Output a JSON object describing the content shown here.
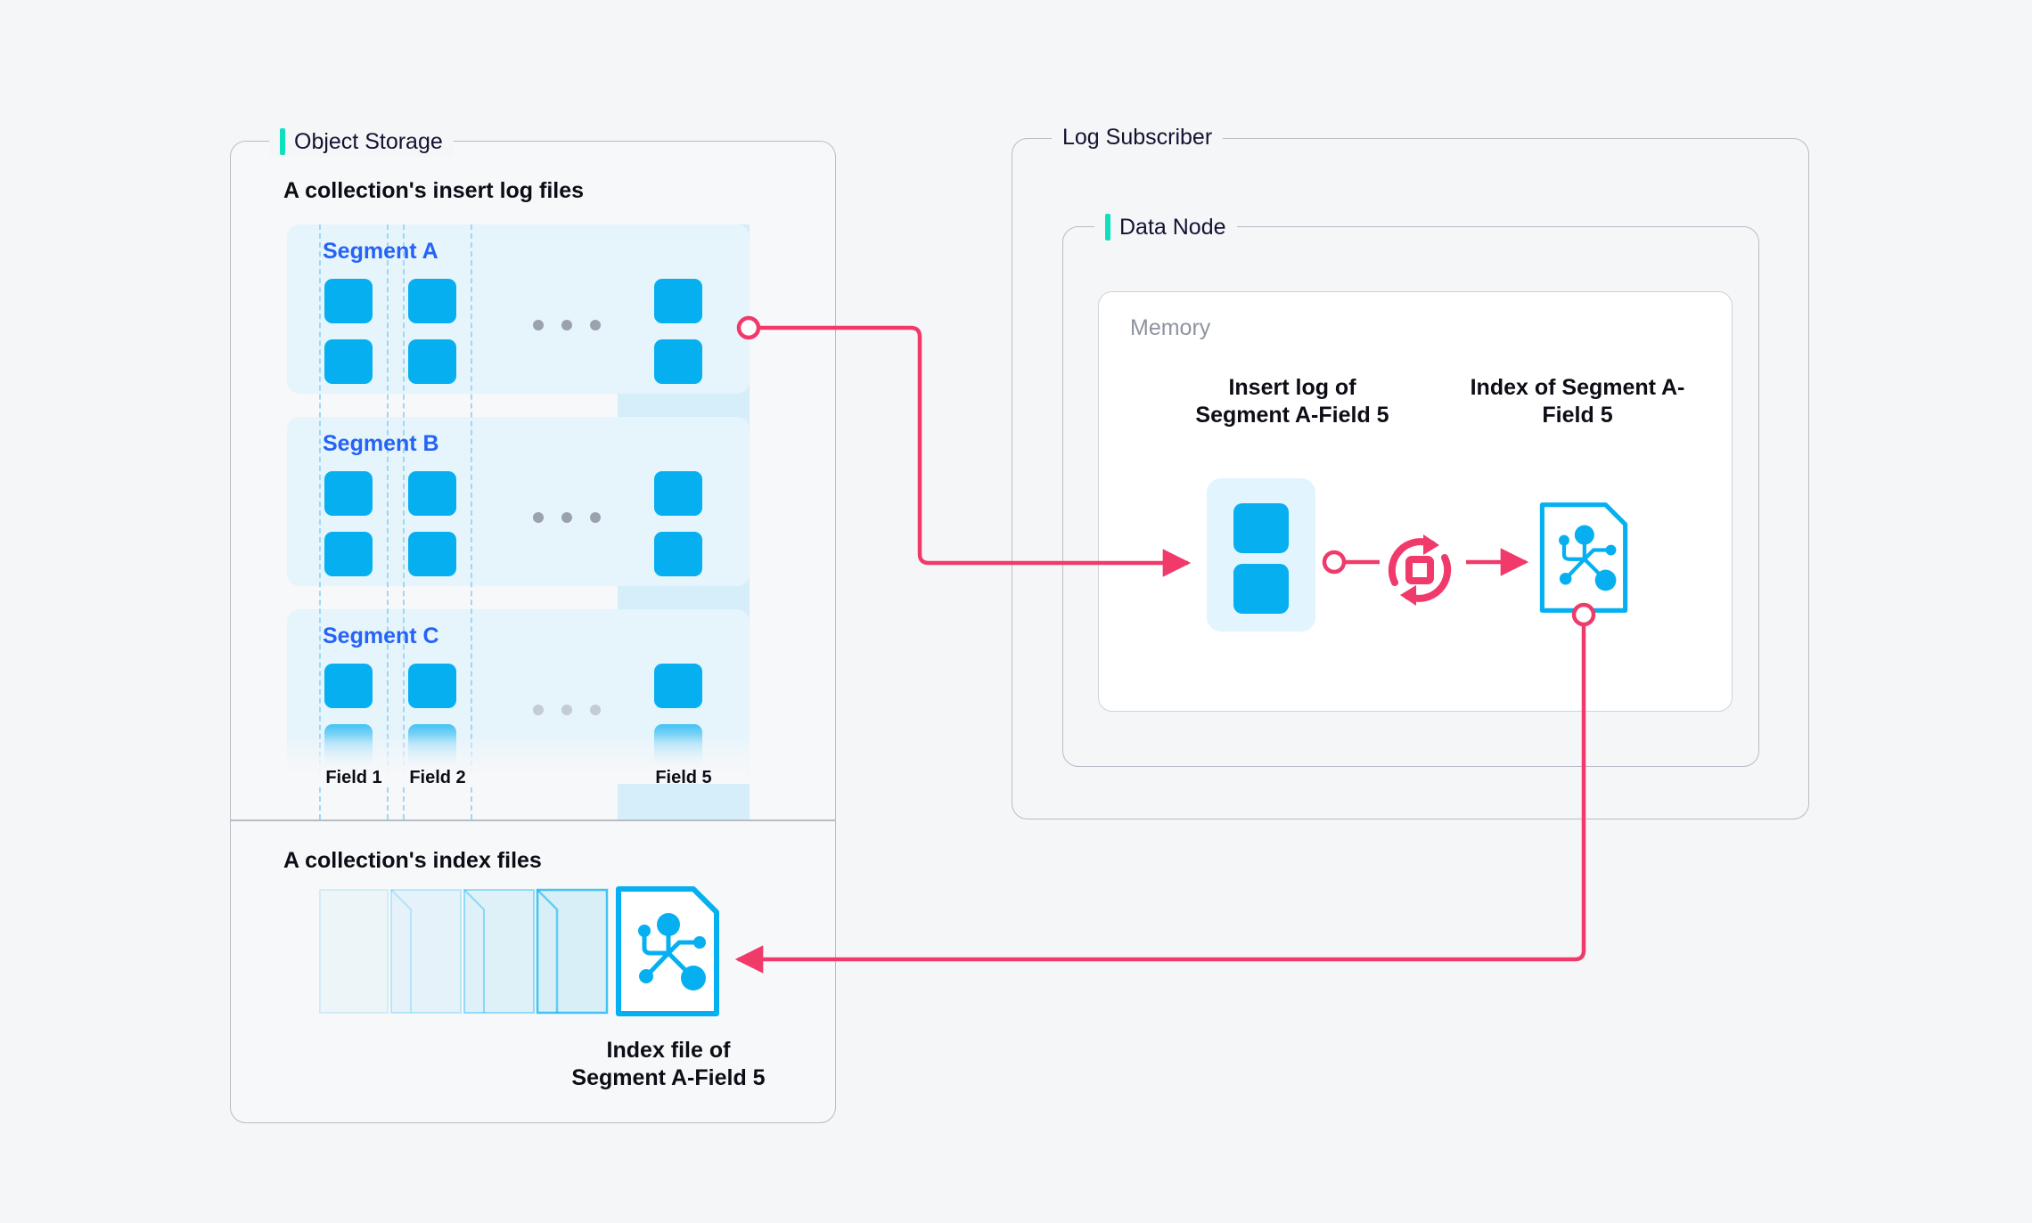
{
  "colors": {
    "accent_green": "#0EE0BE",
    "blue": "#06B0F0",
    "segment_label_blue": "#2563F5",
    "pink": "#EF3A6B",
    "panel_border": "#B9BCC6",
    "page_bg": "#F5F6F8",
    "band_bg": "#E6F4FB",
    "field5_tint": "#D6EDFA",
    "memory_label": "#8E93A0"
  },
  "object_storage": {
    "title": "Object Storage",
    "insert_logs_heading": "A collection's insert log files",
    "index_files_heading": "A collection's index files",
    "segments": [
      {
        "label": "Segment A",
        "rows": 2
      },
      {
        "label": "Segment B",
        "rows": 2
      },
      {
        "label": "Segment C",
        "rows": 2
      }
    ],
    "fields": [
      {
        "label": "Field 1",
        "highlighted": false
      },
      {
        "label": "Field 2",
        "highlighted": false
      },
      {
        "label": "Field 5",
        "highlighted": true
      }
    ],
    "ellipsis": "• • •",
    "index_file_caption_line1": "Index file of",
    "index_file_caption_line2": "Segment A-Field 5",
    "index_stack_count": 5
  },
  "log_subscriber": {
    "title": "Log Subscriber",
    "data_node": {
      "title": "Data Node",
      "memory": {
        "label": "Memory",
        "insert_log_caption_line1": "Insert log of",
        "insert_log_caption_line2": "Segment A-Field 5",
        "index_caption_line1": "Index of Segment A-",
        "index_caption_line2": "Field 5",
        "build_icon": "refresh-cycle-icon",
        "source_icon": "insert-log-blocks-icon",
        "result_icon": "index-file-icon"
      }
    }
  },
  "connections": [
    {
      "name": "insert-log-to-memory",
      "from": "object-storage-segment-a-field5",
      "to": "memory-insert-log"
    },
    {
      "name": "memory-insert-log-to-build",
      "from": "memory-insert-log",
      "to": "index-build-icon"
    },
    {
      "name": "build-to-index",
      "from": "index-build-icon",
      "to": "memory-index-file"
    },
    {
      "name": "memory-index-to-object-storage",
      "from": "memory-index-file",
      "to": "object-storage-index-file"
    }
  ]
}
